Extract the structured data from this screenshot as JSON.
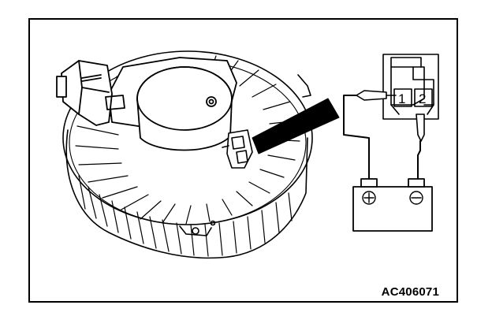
{
  "figure": {
    "reference_code": "AC406071",
    "connector_pins": [
      "1",
      "2"
    ],
    "battery_terminals": {
      "positive": "⊕",
      "negative": "⊖"
    }
  }
}
